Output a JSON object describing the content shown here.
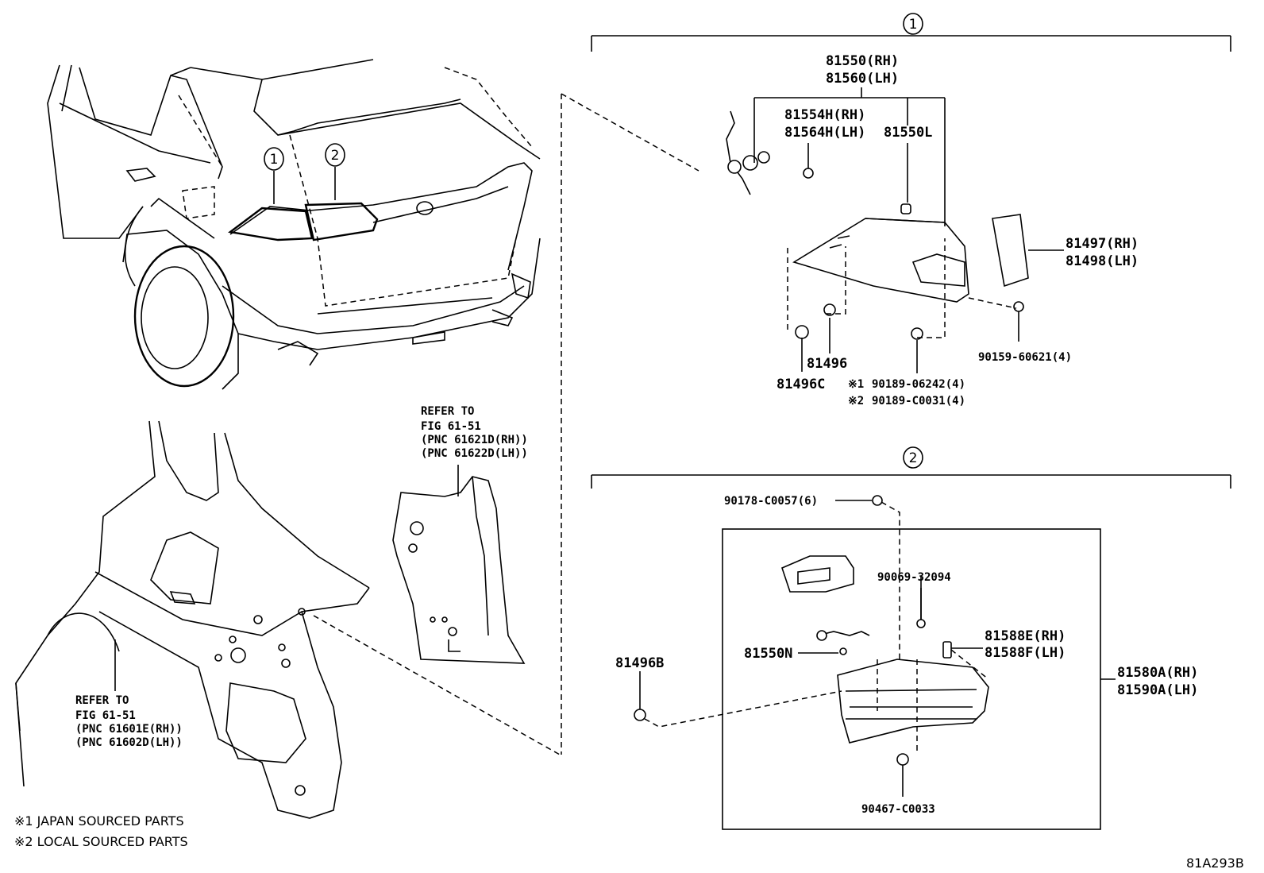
{
  "callouts": {
    "c1": "1",
    "c2": "2"
  },
  "group1": {
    "lamp_assy_rh": "81550(RH)",
    "lamp_assy_lh": "81560(LH)",
    "socket_rh": "81554H(RH)",
    "socket_lh": "81564H(LH)",
    "bulb": "81550L",
    "reflector_rh": "81497(RH)",
    "reflector_lh": "81498(LH)",
    "cushion": "81496",
    "nut": "81496C",
    "screw": "90159-60621(4)",
    "screw1_mark": "※1",
    "screw1": "90189-06242(4)",
    "screw2_mark": "※2",
    "screw2": "90189-C0031(4)"
  },
  "group2": {
    "nut_top": "90178-C0057(6)",
    "bolt": "90069-32094",
    "socket": "81550N",
    "bulb_rh": "81588E(RH)",
    "bulb_lh": "81588F(LH)",
    "lamp_assy_rh": "81580A(RH)",
    "lamp_assy_lh": "81590A(LH)",
    "cushion": "81496B",
    "nut_bottom": "90467-C0033"
  },
  "refs": {
    "ref1_line1": "REFER TO",
    "ref1_line2": "FIG 61-51",
    "ref1_line3": "(PNC 61621D(RH))",
    "ref1_line4": "(PNC 61622D(LH))",
    "ref2_line1": "REFER TO",
    "ref2_line2": "FIG 61-51",
    "ref2_line3": "(PNC 61601E(RH))",
    "ref2_line4": "(PNC 61602D(LH))"
  },
  "notes": {
    "note1": "※1 JAPAN SOURCED PARTS",
    "note2": "※2 LOCAL SOURCED PARTS"
  },
  "figure_id": "81A293B"
}
